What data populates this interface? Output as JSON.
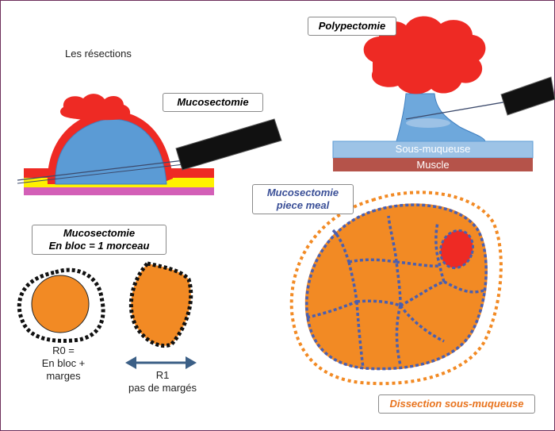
{
  "title": "Les résections",
  "labels": {
    "mucosectomie": "Mucosectomie",
    "polypectomie": "Polypectomie",
    "sous_muqueuse": "Sous-muqueuse",
    "muscle": "Muscle",
    "piece_meal_line1": "Mucosectomie",
    "piece_meal_line2": "piece meal",
    "en_bloc_line1": "Mucosectomie",
    "en_bloc_line2": "En bloc = 1 morceau",
    "r0_line1": "R0 =",
    "r0_line2": "En bloc +",
    "r0_line3": "marges",
    "r1_line1": "R1",
    "r1_line2": "pas de margés",
    "dissection": "Dissection sous-muqueuse"
  },
  "colors": {
    "red": "#ee2a24",
    "blue": "#5b9bd5",
    "orange": "#f28a24",
    "orange_text": "#e8731d",
    "navy_text": "#3a4f97",
    "dot_blue": "#4a5fb0",
    "dot_orange": "#f28a24",
    "muscle": "#b5534a",
    "yellow": "#fff200",
    "pink": "#d35fb7",
    "arrow": "#3b5f86"
  }
}
